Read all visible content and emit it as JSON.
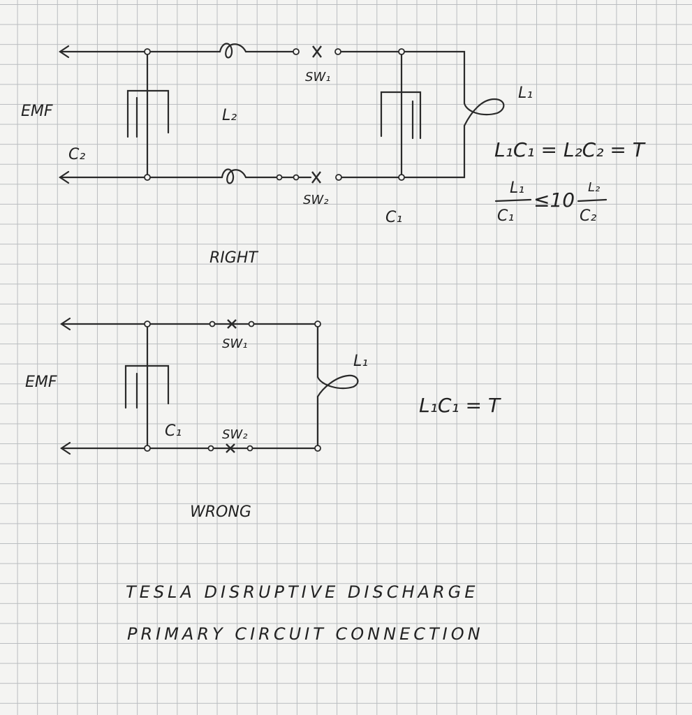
{
  "right_circuit": {
    "emf_label": "EMF",
    "c2_label": "C₂",
    "l2_label": "L₂",
    "sw1_label": "SW₁",
    "sw2_label": "SW₂",
    "l1_label": "L₁",
    "c1_label": "C₁",
    "caption": "RIGHT"
  },
  "right_equations": {
    "eq1": "L₁C₁ = L₂C₂ = T",
    "eq2_left_num": "L₁",
    "eq2_left_den": "C₁",
    "eq2_op": "≤10",
    "eq2_right_num": "L₂",
    "eq2_right_den": "C₂"
  },
  "wrong_circuit": {
    "emf_label": "EMF",
    "sw1_label": "SW₁",
    "sw2_label": "SW₂",
    "l1_label": "L₁",
    "c1_label": "C₁",
    "equation": "L₁C₁ = T",
    "caption": "WRONG"
  },
  "title": {
    "line1": "TESLA  DISRUPTIVE  DISCHARGE",
    "line2": "PRIMARY  CIRCUIT  CONNECTION"
  }
}
